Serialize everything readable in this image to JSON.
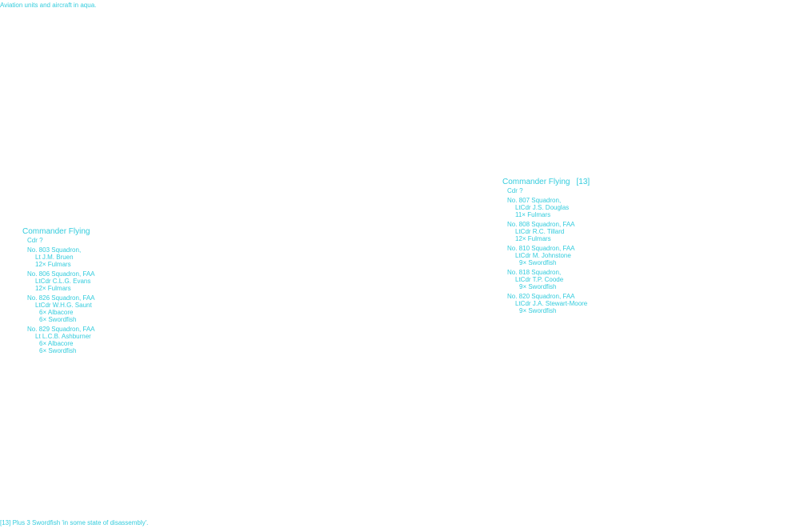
{
  "header_note": "Aviation units and aircraft in aqua.",
  "footnote": "[13] Plus 3 Swordfish 'in some state of disassembly'.",
  "groups": [
    {
      "title": "Commander Flying",
      "ref": "",
      "cdr": "Cdr  ?",
      "squadrons": [
        {
          "name": "No. 803 Squadron,",
          "cmdr": "Lt  J.M. Bruen",
          "aircraft": [
            "12× Fulmars"
          ],
          "indent": false
        },
        {
          "name": "No. 806 Squadron, FAA",
          "cmdr": "LtCdr  C.L.G. Evans",
          "aircraft": [
            "12× Fulmars"
          ],
          "indent": false
        },
        {
          "name": "No. 826 Squadron, FAA",
          "cmdr": "LtCdr  W.H.G. Saunt",
          "aircraft": [
            "6× Albacore",
            "6× Swordfish"
          ],
          "indent": true
        },
        {
          "name": "No. 829 Squadron, FAA",
          "cmdr": "Lt  L.C.B. Ashburner",
          "aircraft": [
            "6× Albacore",
            "6× Swordfish"
          ],
          "indent": true
        }
      ]
    },
    {
      "title": "Commander Flying",
      "ref": "[13]",
      "cdr": "Cdr  ?",
      "squadrons": [
        {
          "name": "No. 807 Squadron,",
          "cmdr": "LtCdr  J.S. Douglas",
          "aircraft": [
            "11× Fulmars"
          ],
          "indent": false
        },
        {
          "name": "No. 808 Squadron, FAA",
          "cmdr": "LtCdr  R.C. Tillard",
          "aircraft": [
            "12× Fulmars"
          ],
          "indent": false
        },
        {
          "name": "No. 810 Squadron, FAA",
          "cmdr": "LtCdr  M. Johnstone",
          "aircraft": [
            "9× Swordfish"
          ],
          "indent": true
        },
        {
          "name": "No. 818 Squadron,",
          "cmdr": "LtCdr  T.P. Coode",
          "aircraft": [
            "9× Swordfish"
          ],
          "indent": true
        },
        {
          "name": "No. 820 Squadron, FAA",
          "cmdr": "LtCdr  J.A. Stewart-Moore",
          "aircraft": [
            "9× Swordfish"
          ],
          "indent": true
        }
      ]
    }
  ]
}
